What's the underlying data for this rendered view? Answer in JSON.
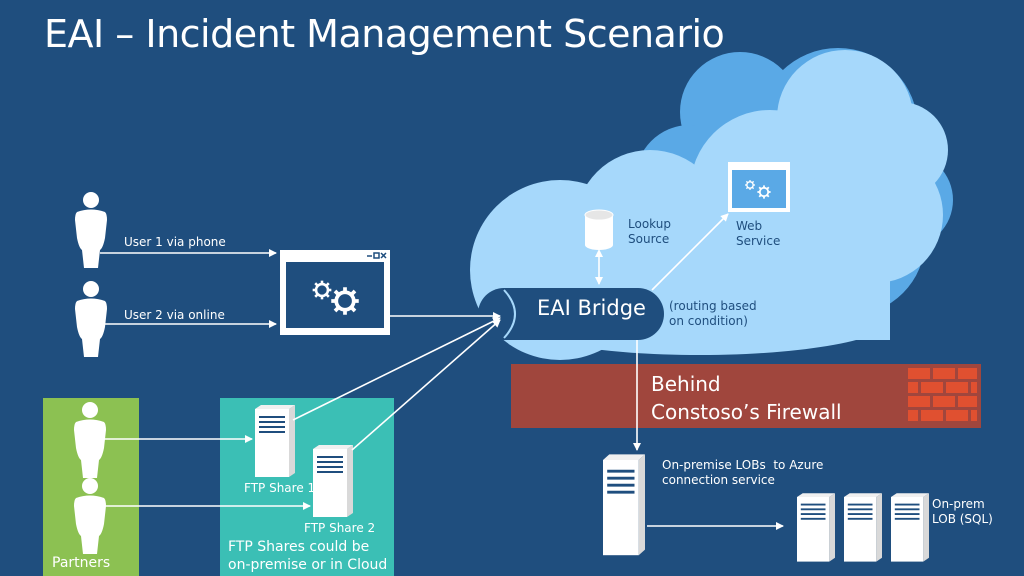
{
  "title": "EAI – Incident Management Scenario",
  "users": {
    "user1": "User 1 via phone",
    "user2": "User 2 via online"
  },
  "cloud": {
    "lookup_source": "Lookup\nSource",
    "web_service": "Web\nService",
    "eai_bridge": "EAI Bridge",
    "routing_note": "(routing based\non condition)"
  },
  "firewall": {
    "label": "Behind\nConstoso’s Firewall"
  },
  "ftp": {
    "share1": "FTP Share 1",
    "share2": "FTP Share 2",
    "note": "FTP Shares could be\non-premise or in Cloud"
  },
  "partners": {
    "label": "Partners"
  },
  "onprem": {
    "connection_service": "On-premise LOBs  to Azure\nconnection service",
    "lob_sql": "On-prem\nLOB (SQL)"
  },
  "colors": {
    "background": "#1f4e7e",
    "cloud_dark": "#5aa9e6",
    "cloud_light": "#a6d8fb",
    "firewall": "#a0463d",
    "bricks": "#e05030",
    "partners_green": "#8cc152",
    "ftp_teal": "#3bbfb5"
  }
}
